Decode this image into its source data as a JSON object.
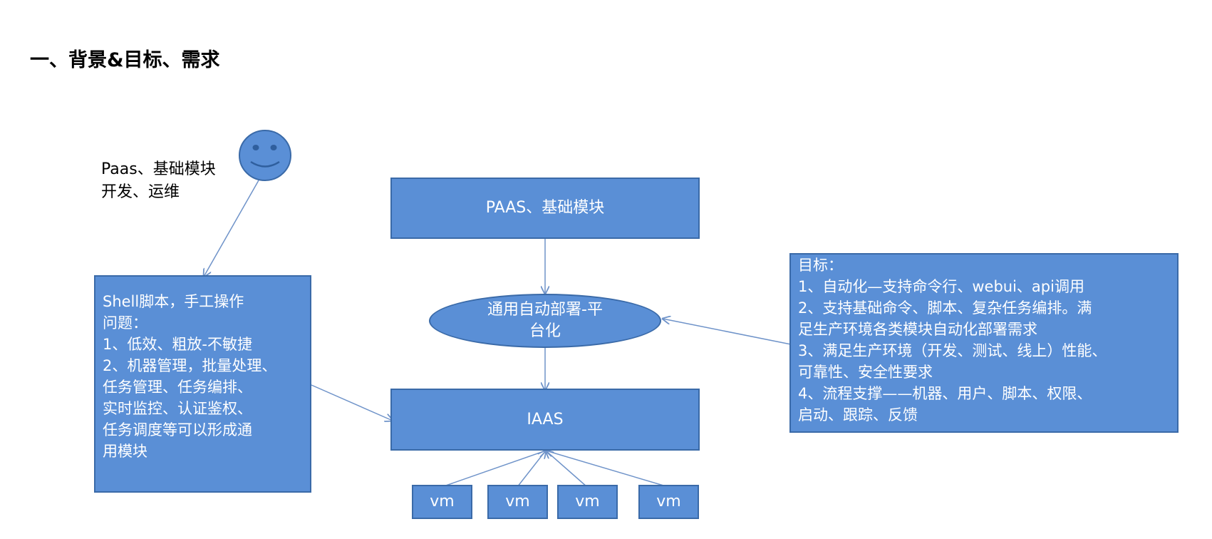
{
  "page": {
    "title": "一、背景&目标、需求"
  },
  "persona": {
    "label": "Paas、基础模块\n开发、运维",
    "icon": "smiley-face-icon"
  },
  "boxes": {
    "paas": "PAAS、基础模块",
    "platform": "通用自动部署-平\n台化",
    "iaas": "IAAS",
    "left": "Shell脚本，手工操作\n问题：\n1、低效、粗放-不敏捷\n2、机器管理，批量处理、\n任务管理、任务编排、\n实时监控、认证鉴权、\n任务调度等可以形成通\n用模块",
    "right": "目标：\n1、自动化—支持命令行、webui、api调用\n2、支持基础命令、脚本、复杂任务编排。满\n足生产环境各类模块自动化部署需求\n3、满足生产环境（开发、测试、线上）性能、\n可靠性、安全性要求\n4、流程支撑——机器、用户、脚本、权限、\n启动、跟踪、反馈"
  },
  "vms": [
    "vm",
    "vm",
    "vm",
    "vm"
  ],
  "colors": {
    "box_fill": "#5a8fd6",
    "box_border": "#3a6aa8",
    "line": "#6f93c9",
    "text_on_box": "#ffffff"
  }
}
